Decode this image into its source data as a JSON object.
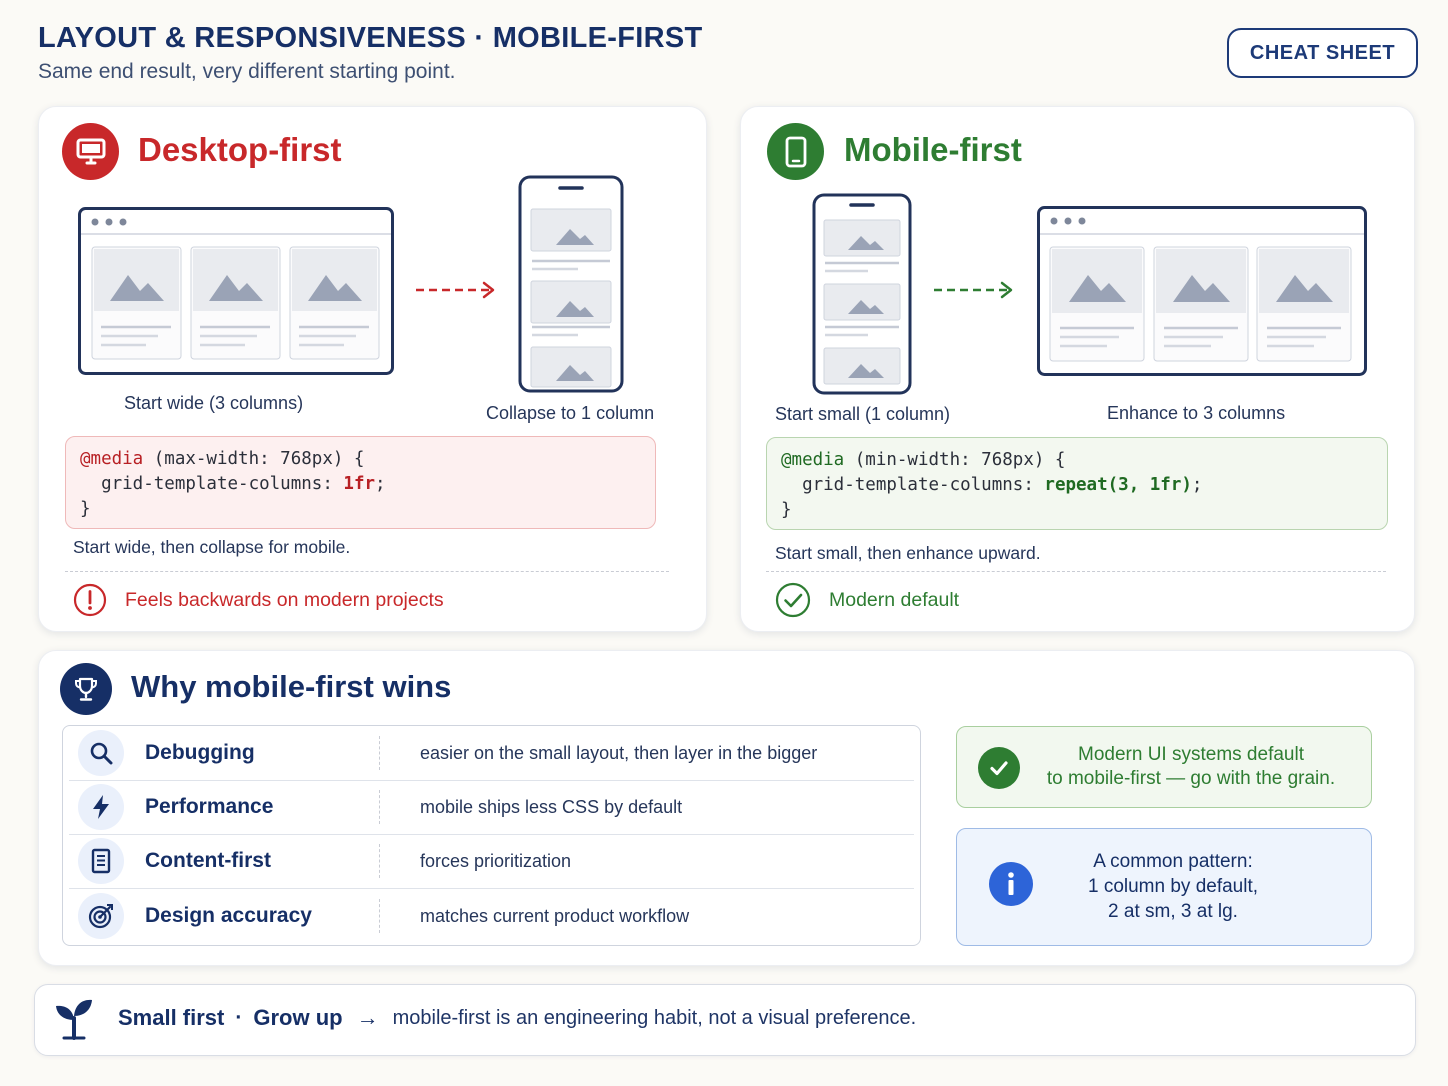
{
  "header": {
    "title": "LAYOUT & RESPONSIVENESS · MOBILE-FIRST",
    "subtitle": "Same end result, very different starting point.",
    "cheat_sheet_label": "CHEAT SHEET"
  },
  "desktop_first": {
    "title": "Desktop-first",
    "start_caption": "Start wide (3 columns)",
    "end_caption": "Collapse to 1 column",
    "code": {
      "at_rule": "@media",
      "condition": " (max-width: 768px) {",
      "property": "  grid-template-columns: ",
      "value": "1fr",
      "semicolon": ";",
      "close": "}"
    },
    "summary": "Start wide, then collapse for mobile.",
    "verdict": "Feels backwards on modern projects"
  },
  "mobile_first": {
    "title": "Mobile-first",
    "start_caption": "Start small (1 column)",
    "end_caption": "Enhance to 3 columns",
    "code": {
      "at_rule": "@media",
      "condition": " (min-width: 768px) {",
      "property": "  grid-template-columns: ",
      "value": "repeat(3, 1fr)",
      "semicolon": ";",
      "close": "}"
    },
    "summary": "Start small, then enhance upward.",
    "verdict": "Modern default"
  },
  "why": {
    "title": "Why mobile-first wins",
    "rows": [
      {
        "icon": "search-icon",
        "label": "Debugging",
        "desc": "easier on the small layout, then layer in the bigger"
      },
      {
        "icon": "lightning-icon",
        "label": "Performance",
        "desc": "mobile ships less CSS by default"
      },
      {
        "icon": "document-icon",
        "label": "Content-first",
        "desc": "forces prioritization"
      },
      {
        "icon": "target-icon",
        "label": "Design accuracy",
        "desc": "matches current product workflow"
      }
    ],
    "note_green": {
      "line1": "Modern UI systems default",
      "line2": "to mobile-first — go with the grain."
    },
    "note_blue": {
      "line1": "A common pattern:",
      "line2": "1 column by default,",
      "line3": "2 at sm, 3 at lg."
    }
  },
  "footer": {
    "part1": "Small first",
    "dot": "·",
    "part2": "Grow up",
    "arrow": "→",
    "text": "mobile-first is an engineering habit, not a visual preference."
  },
  "colors": {
    "navy": "#162f66",
    "red": "#c8282a",
    "green": "#2e7d32",
    "blue": "#2d64d8"
  }
}
